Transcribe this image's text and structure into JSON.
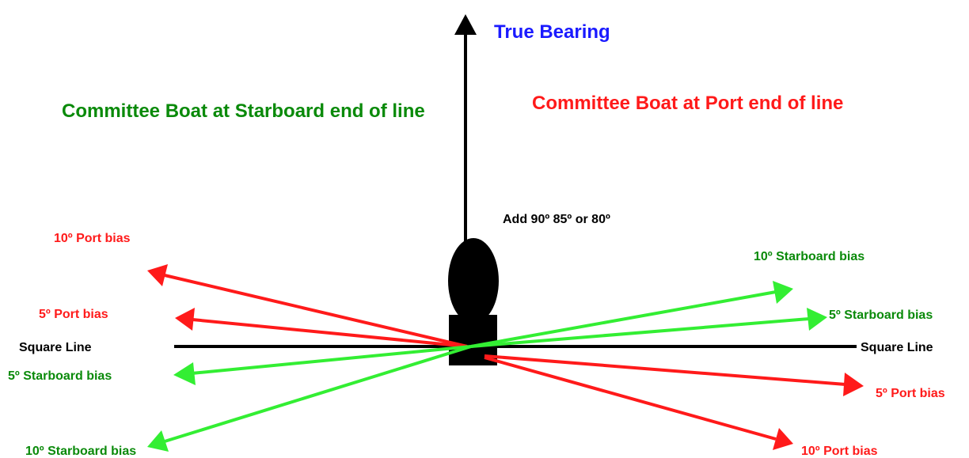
{
  "colors": {
    "red": "#ff1a1a",
    "green": "#33ee33",
    "dark_green": "#0a8a0a",
    "blue": "#1a1aff",
    "black": "#000000"
  },
  "labels": {
    "true_bearing": "True Bearing",
    "committee_starboard": "Committee Boat at Starboard end of line",
    "committee_port": "Committee Boat at Port end of line",
    "add_degrees": "Add 90º 85º or 80º",
    "square_line_left": "Square Line",
    "square_line_right": "Square Line",
    "port_bias_10_left": "10º Port bias",
    "port_bias_5_left": "5º Port bias",
    "starboard_bias_5_left": "5º Starboard bias",
    "starboard_bias_10_left": "10º Starboard bias",
    "starboard_bias_10_right": "10º Starboard bias",
    "starboard_bias_5_right": "5º Starboard bias",
    "port_bias_5_right": "5º Port bias",
    "port_bias_10_right": "10º Port bias"
  }
}
